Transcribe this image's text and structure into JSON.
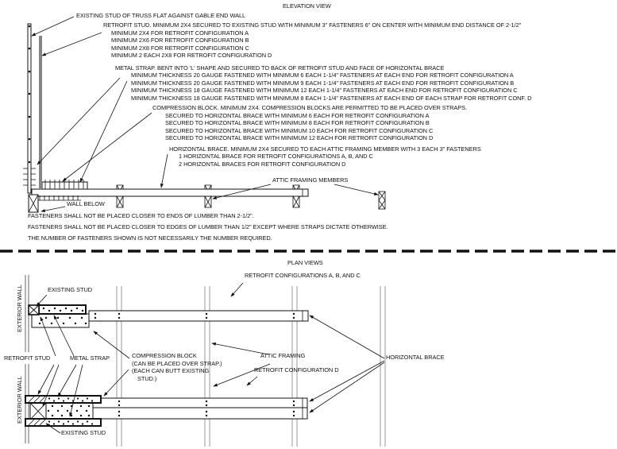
{
  "elevation": {
    "title": "ELEVATION VIEW",
    "labels": {
      "existing_stud_truss": "EXISTING STUD OF TRUSS FLAT AGAINST GABLE END WALL",
      "attic_framing_members": "ATTIC FRAMING MEMBERS",
      "wall_below": "WALL BELOW"
    },
    "annotations": {
      "retrofit_stud": {
        "lines": [
          "RETROFIT STUD.  MINIMUM 2X4 SECURED TO EXISTING STUD WITH MINIMUM 3\" FASTENERS 6\" ON CENTER WITH MINIMUM END DISTANCE OF 2-1/2\"",
          "MINIMUM 2X4 FOR RETROFIT CONFIGURATION A",
          "MINIMUM 2X6 FOR RETROFIT CONFIGURATION B",
          "MINIMUM 2X8 FOR RETROFIT CONFIGURATION C",
          "MINIMUM 2 EACH 2X8 FOR RETROFIT CONFIGURATION D"
        ]
      },
      "metal_strap": {
        "lines": [
          "METAL STRAP.  BENT INTO 'L' SHAPE AND SECURED TO BACK OF RETROFIT STUD AND FACE OF HORIZONTAL BRACE",
          "MINIMUM THICKNESS 20 GAUGE FASTENED WITH MINIMUM 6 EACH 1-1/4\" FASTENERS AT EACH END FOR RETROFIT CONFIGURATION A",
          "MINIMUM THICKNESS 20 GAUGE FASTENED WITH MINIMUM 9 EACH 1-1/4\" FASTENERS AT EACH END FOR RETROFIT CONFIGURATION B",
          "MINIMUM THICKNESS 18 GAUGE FASTENED WITH MINIMUM 12 EACH 1-1/4\" FASTENERS AT EACH END FOR RETROFIT CONFIGURATION C",
          "MINIMUM THICKNESS 18 GAUGE FASTENED WITH MINIMUM 8 EACH 1-1/4\" FASTENERS AT EACH END OF EACH STRAP FOR RETROFIT CONF. D"
        ]
      },
      "compression_block": {
        "lines": [
          "COMPRESSION BLOCK.  MINIMUM 2X4.  COMPRESSION BLOCKS ARE PERMITTED TO BE PLACED OVER STRAPS.",
          "SECURED TO HORIZONTAL BRACE WITH MINIMUM 6 EACH FOR RETROFIT CONFIGURATION A",
          "SECURED TO HORIZONTAL BRACE WITH MINIMUM 8 EACH FOR RETROFIT CONFIGURATION B",
          "SECURED TO HORIZONTAL BRACE WITH MINIMUM 10 EACH FOR RETROFIT CONFIGURATION C",
          "SECURED TO HORIZONTAL BRACE WITH MINIMUM 12 EACH FOR RETROFIT CONFIGURATION D"
        ]
      },
      "horizontal_brace": {
        "lines": [
          "HORIZONTAL BRACE.  MINIMUM 2X4 SECURED TO EACH ATTIC FRAMING MEMBER WITH 3 EACH 3\" FASTENERS",
          "1 HORIZONTAL BRACE FOR RETROFIT CONFIGURATIONS A, B, AND C",
          "2 HORIZONTAL BRACES FOR RETROFIT CONFIGURATION D"
        ]
      }
    },
    "notes": [
      "FASTENERS SHALL NOT BE PLACED CLOSER TO ENDS OF LUMBER THAN 2-1/2\".",
      "FASTENERS SHALL NOT BE PLACED CLOSER TO EDGES OF LUMBER THAN 1/2\" EXCEPT WHERE STRAPS DICTATE OTHERWISE.",
      "THE NUMBER OF FASTENERS SHOWN IS NOT NECESSARILY THE NUMBER REQUIRED."
    ]
  },
  "plan": {
    "title": "PLAN VIEWS",
    "labels": {
      "config_abc": "RETROFIT CONFIGURATIONS A, B, AND C",
      "config_d": "RETROFIT CONFIGURATION D",
      "exterior_wall": "EXTERIOR WALL",
      "existing_stud": "EXISTING STUD",
      "retrofit_stud": "RETROFIT STUD",
      "metal_strap": "METAL STRAP",
      "compression_block_note": [
        "COMPRESSION BLOCK",
        "(CAN BE PLACED OVER STRAP.)",
        "(EACH CAN BUTT EXISTING",
        "STUD.)"
      ],
      "attic_framing": "ATTIC FRAMING",
      "horizontal_brace": "HORIZONTAL BRACE"
    }
  },
  "colors": {
    "line": "#000000",
    "retrofit_stud_gray": "#858585",
    "attic_line_gray": "#999999",
    "background": "#ffffff"
  }
}
